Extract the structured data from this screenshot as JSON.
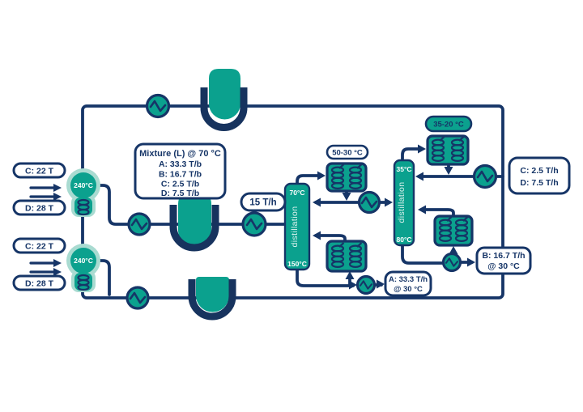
{
  "diagram_title": "process-flow-diagram",
  "colors": {
    "navy": "#163567",
    "teal": "#0BA18E",
    "mint": "#A9DBD1",
    "white": "#ffffff"
  },
  "inputs": {
    "r1_c": "C: 22 T",
    "r1_d": "D: 28 T",
    "r2_c": "C: 22 T",
    "r2_d": "D: 28 T"
  },
  "reactors": {
    "r1_temp": "240°C",
    "r2_temp": "240°C"
  },
  "mixture": {
    "title": "Mixture (L) @ 70 °C",
    "a": "A: 33.3 T/b",
    "b": "B: 16.7 T/b",
    "c": "C: 2.5 T/b",
    "d": "D: 7.5 T/b"
  },
  "feed_rate": "15 T/h",
  "column1": {
    "top_temp": "70°C",
    "label": "distillation",
    "bottom_temp": "150°C",
    "condenser_range": "50-30 °C"
  },
  "column2": {
    "top_temp": "35°C",
    "label": "distillation",
    "bottom_temp": "80°C",
    "condenser_range": "35-20 °C"
  },
  "outputs": {
    "cd_line1": "C: 2.5 T/h",
    "cd_line2": "D: 7.5 T/h",
    "b_line1": "B: 16.7 T/h",
    "b_line2": "@ 30 °C",
    "a_line1": "A: 33.3 T/h",
    "a_line2": "@ 30 °C"
  }
}
